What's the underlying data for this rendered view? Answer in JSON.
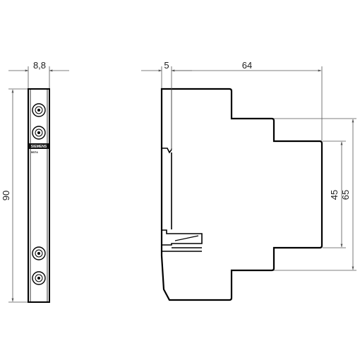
{
  "dimensions": {
    "front_width": "8,8",
    "front_height": "90",
    "side_offset": "5",
    "side_depth": "64",
    "side_inner_height": "45",
    "side_outer_height": "65"
  },
  "front_label": {
    "brand": "SIEMENS",
    "model": "5ST4"
  },
  "colors": {
    "line": "#000000",
    "dim_line": "#555555",
    "label_bg": "#111111"
  }
}
